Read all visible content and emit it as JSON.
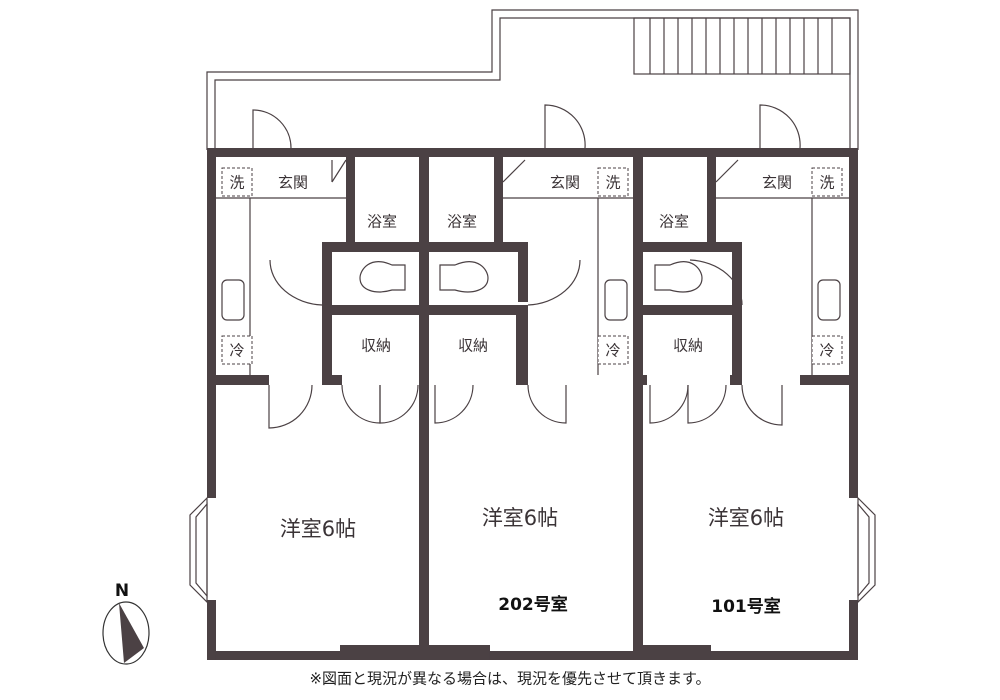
{
  "labels": {
    "washer": "洗",
    "entrance": "玄関",
    "bath": "浴室",
    "fridge": "冷",
    "storage": "収納",
    "room": "洋室6帖"
  },
  "units": [
    {
      "number": "202号室"
    },
    {
      "number": "101号室"
    }
  ],
  "compass": {
    "north": "N"
  },
  "note": "※図面と現況が異なる場合は、現況を優先させて頂きます。",
  "colors": {
    "wall": "#4b4144"
  }
}
